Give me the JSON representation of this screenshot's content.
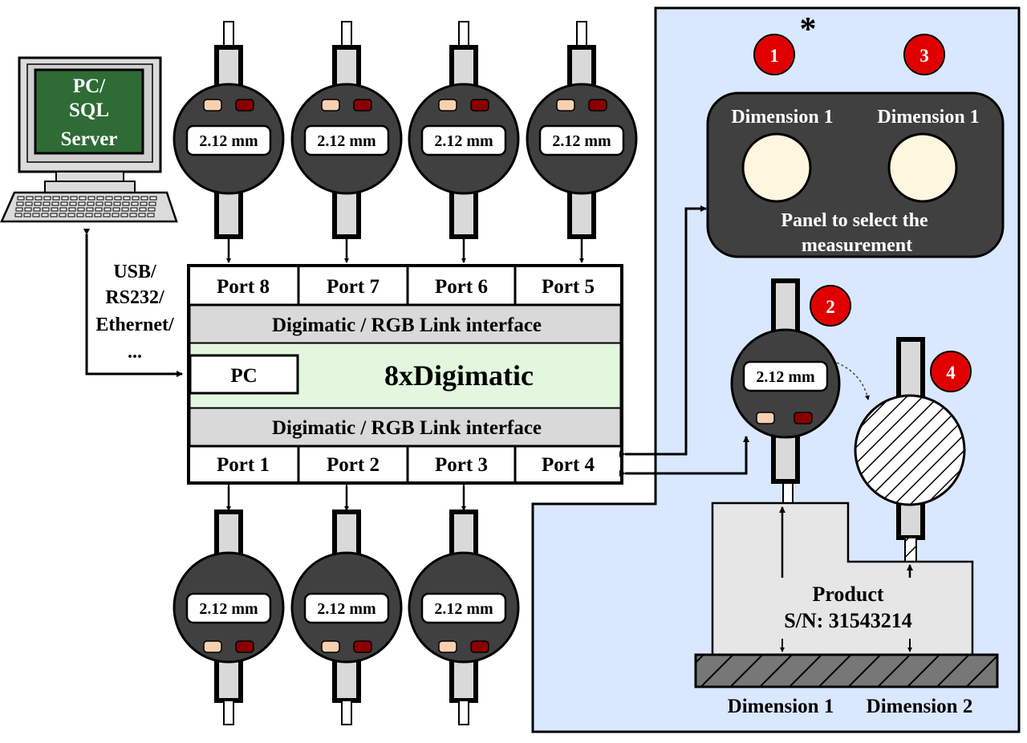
{
  "colors": {
    "panel_bg": "#d9e8ff",
    "interface_bg": "#d9d9d9",
    "core_bg": "#e2f7de",
    "gauge_body": "#404040",
    "screen_green": "#2e6b35",
    "led_light": "#f8d0b0",
    "led_dark": "#8a0000",
    "badge_red": "#e00000",
    "button_cream": "#fff6df",
    "product_bg": "#e6e6e6"
  },
  "pc": {
    "screen_lines": [
      "PC/",
      "SQL",
      "Server"
    ],
    "link_label_lines": [
      "USB/",
      "RS232/",
      "Ethernet/",
      "..."
    ]
  },
  "hub": {
    "top_ports": [
      "Port 8",
      "Port 7",
      "Port 6",
      "Port 5"
    ],
    "bottom_ports": [
      "Port 1",
      "Port 2",
      "Port 3",
      "Port 4"
    ],
    "interface_top": "Digimatic / RGB Link interface",
    "interface_bottom": "Digimatic / RGB Link interface",
    "pc_port": "PC",
    "title": "8xDigimatic"
  },
  "gauge_reading": "2.12 mm",
  "panel": {
    "asterisk": "*",
    "badges": [
      "1",
      "3",
      "2",
      "4"
    ],
    "button_labels": [
      "Dimension 1",
      "Dimension 1"
    ],
    "caption_lines": [
      "Panel to select the",
      "measurement"
    ]
  },
  "product": {
    "lines": [
      "Product",
      "S/N: 31543214"
    ],
    "dimension_labels": [
      "Dimension 1",
      "Dimension 2"
    ]
  }
}
